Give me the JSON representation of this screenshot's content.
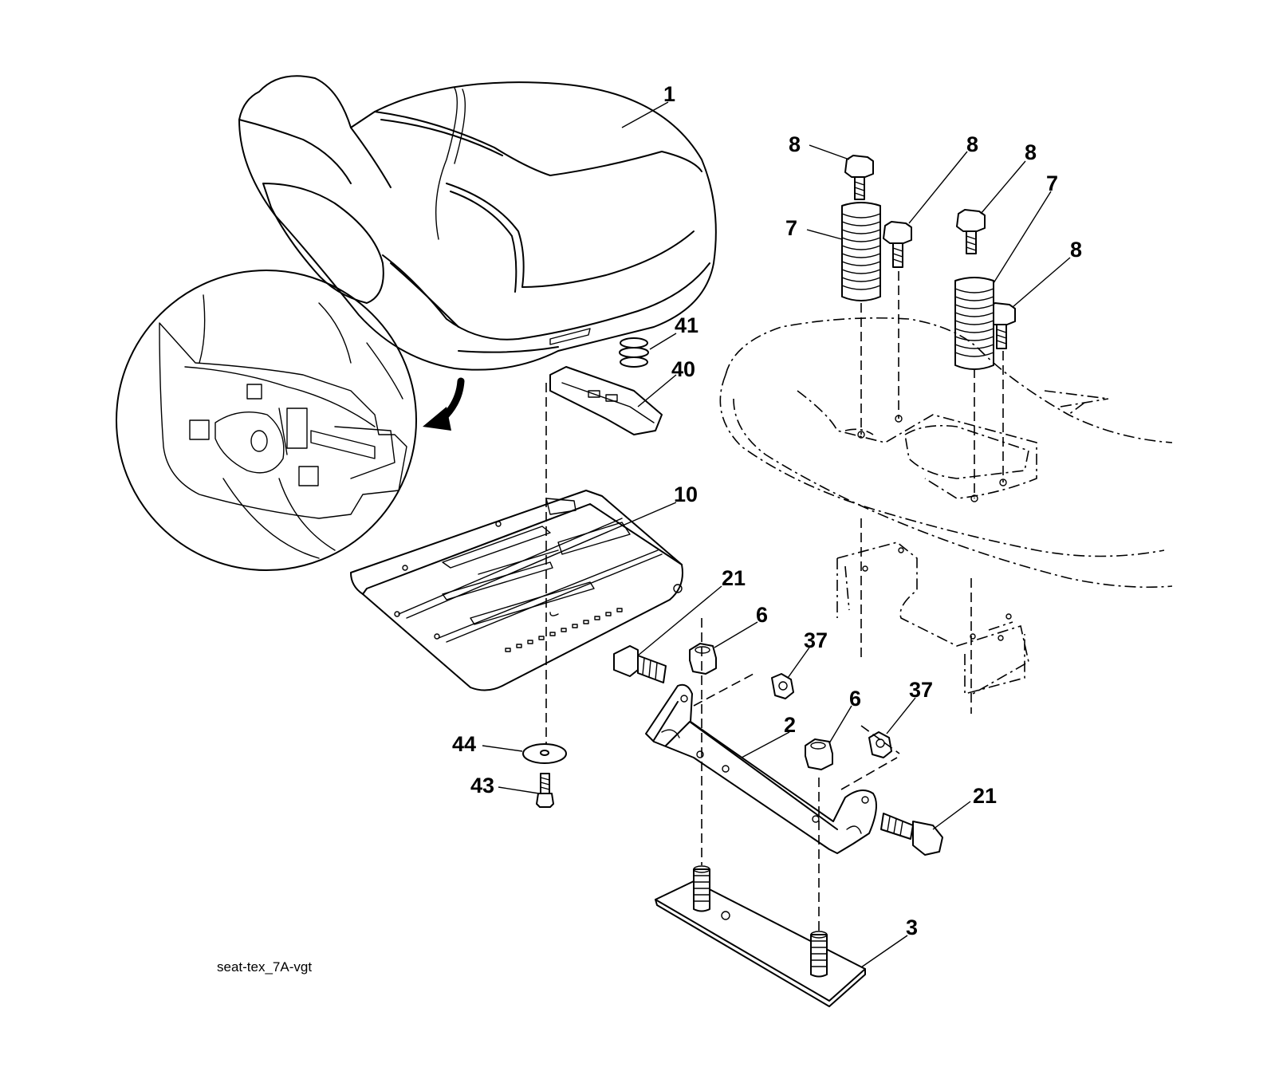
{
  "drawing_id": "seat-tex_7A-vgt",
  "callouts": [
    {
      "id": "c1",
      "label": "1"
    },
    {
      "id": "c8a",
      "label": "8"
    },
    {
      "id": "c8b",
      "label": "8"
    },
    {
      "id": "c8c",
      "label": "8"
    },
    {
      "id": "c8d",
      "label": "8"
    },
    {
      "id": "c7a",
      "label": "7"
    },
    {
      "id": "c7b",
      "label": "7"
    },
    {
      "id": "c41",
      "label": "41"
    },
    {
      "id": "c40",
      "label": "40"
    },
    {
      "id": "c10",
      "label": "10"
    },
    {
      "id": "c21a",
      "label": "21"
    },
    {
      "id": "c6a",
      "label": "6"
    },
    {
      "id": "c37a",
      "label": "37"
    },
    {
      "id": "c6b",
      "label": "6"
    },
    {
      "id": "c37b",
      "label": "37"
    },
    {
      "id": "c2",
      "label": "2"
    },
    {
      "id": "c44",
      "label": "44"
    },
    {
      "id": "c43",
      "label": "43"
    },
    {
      "id": "c21b",
      "label": "21"
    },
    {
      "id": "c3",
      "label": "3"
    }
  ]
}
